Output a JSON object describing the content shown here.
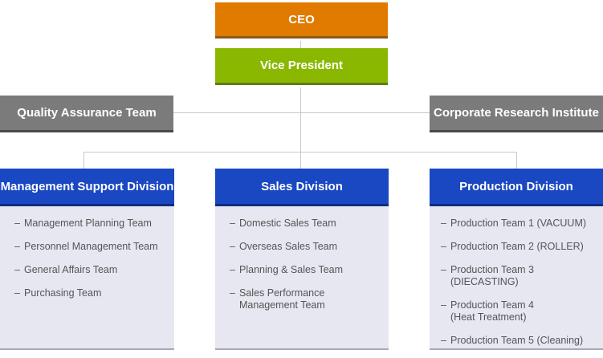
{
  "ceo": "CEO",
  "vice_president": "Vice President",
  "side_units": {
    "left": "Quality Assurance Team",
    "right": "Corporate Research Institute"
  },
  "divisions": [
    {
      "title": "Management Support Division",
      "teams": [
        [
          "Management Planning Team"
        ],
        [
          "Personnel Management Team"
        ],
        [
          "General Affairs Team"
        ],
        [
          "Purchasing Team"
        ]
      ]
    },
    {
      "title": "Sales Division",
      "teams": [
        [
          "Domestic Sales Team"
        ],
        [
          "Overseas Sales Team"
        ],
        [
          "Planning & Sales Team"
        ],
        [
          "Sales Performance",
          "Management Team"
        ]
      ]
    },
    {
      "title": "Production Division",
      "teams": [
        [
          "Production Team 1 (VACUUM)"
        ],
        [
          "Production Team 2 (ROLLER)"
        ],
        [
          "Production Team 3 (DIECASTING)"
        ],
        [
          "Production Team 4",
          "(Heat Treatment)"
        ],
        [
          "Production Team 5 (Cleaning)"
        ]
      ]
    }
  ],
  "colors": {
    "ceo": "#e07b00",
    "vice_president": "#8ab800",
    "side_units": "#7b7b7b",
    "divisions": "#1a47c2",
    "panel": "#e6e7f1"
  }
}
